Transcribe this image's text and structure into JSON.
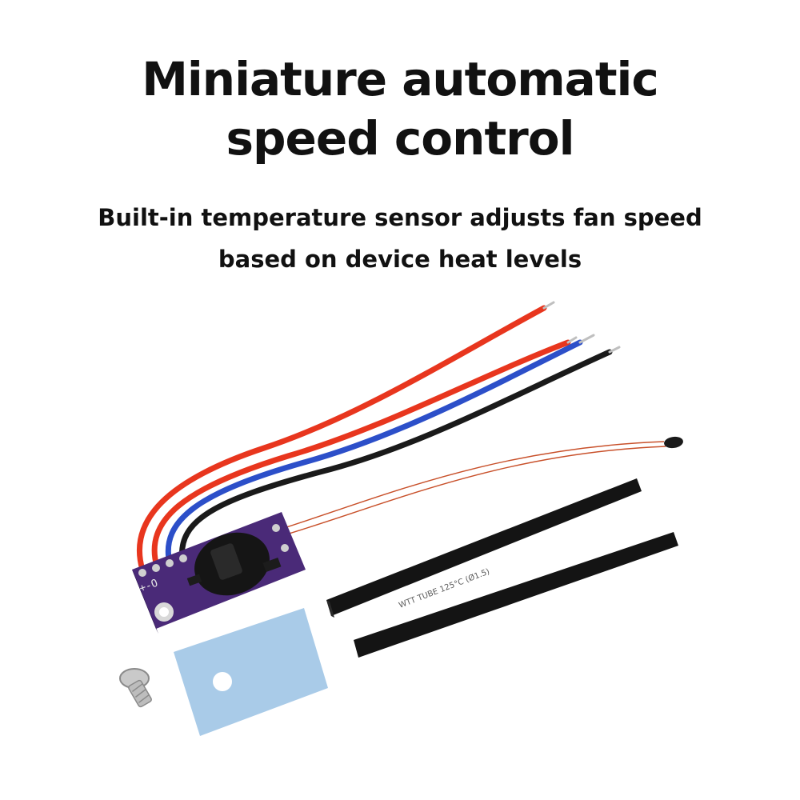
{
  "headline": {
    "line1": "Miniature automatic",
    "line2": "speed control"
  },
  "subheadline": {
    "line1": "Built-in temperature sensor adjusts fan speed",
    "line2": "based on device heat levels"
  },
  "board": {
    "silkscreen": "+-O"
  },
  "tubing": {
    "print": "WTT TUBE 125°C (Ø1.5)"
  },
  "colors": {
    "background": "#ffffff",
    "text": "#111111",
    "pcb": "#4a2a78",
    "wire_red": "#e8361e",
    "wire_blue": "#2c4fc9",
    "wire_black": "#1a1a1a",
    "thermal_pad": "#a9cbe8",
    "shrink_tube": "#141414"
  }
}
